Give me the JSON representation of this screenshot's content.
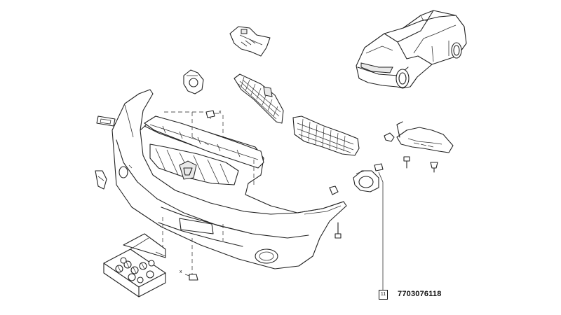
{
  "diagram": {
    "part_number": "7703076118",
    "callout_ref": "11",
    "fastener_marker": "x"
  }
}
